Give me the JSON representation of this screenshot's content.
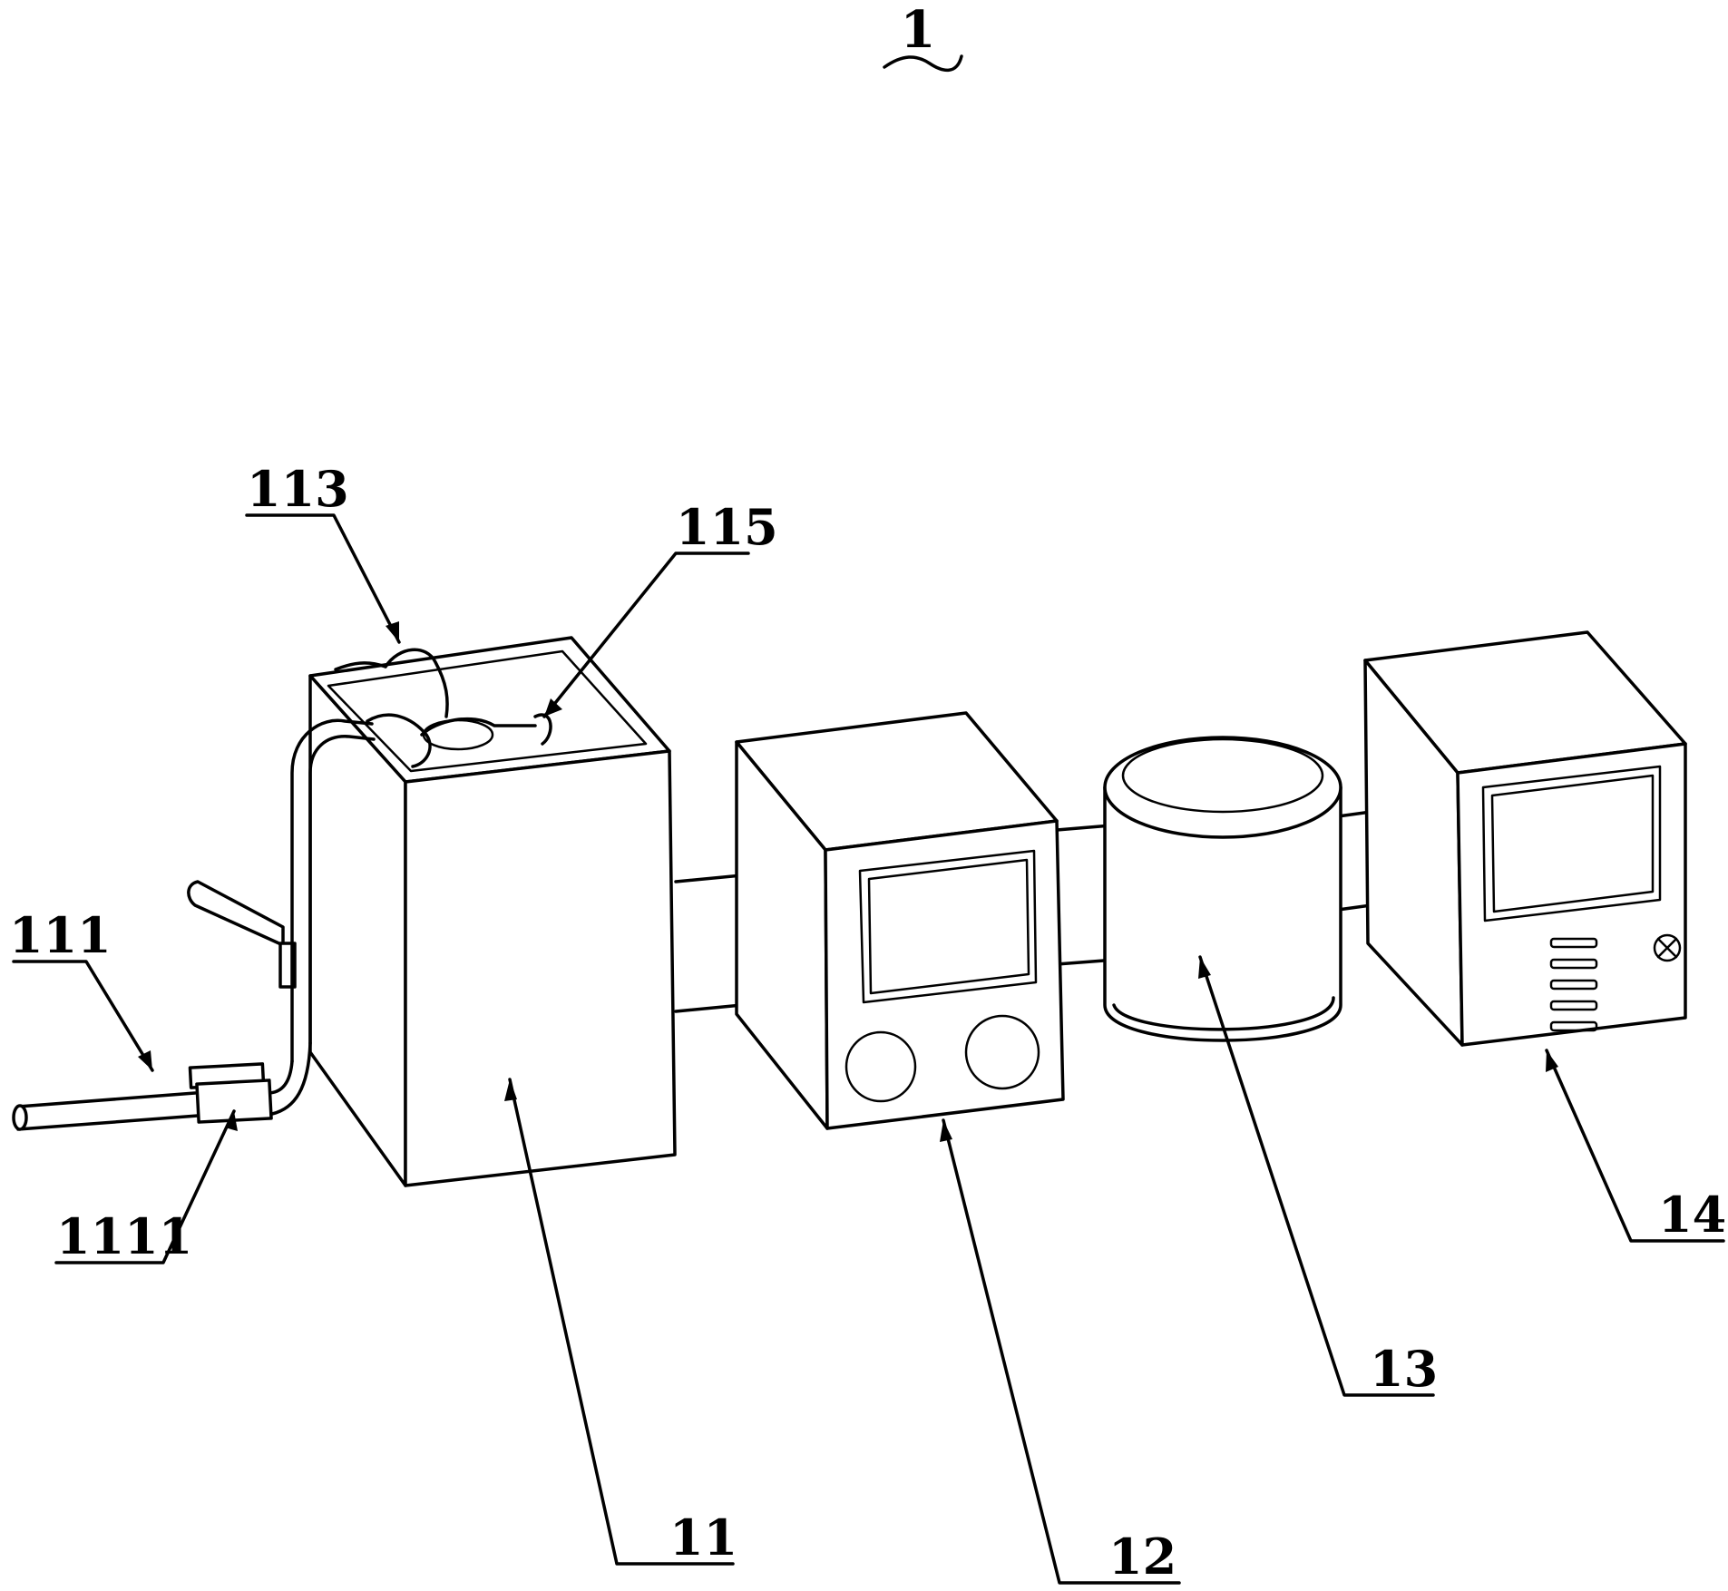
{
  "figure": {
    "number": "1",
    "labels": {
      "l111": "111",
      "l1111": "1111",
      "l113": "113",
      "l115": "115",
      "l11": "11",
      "l12": "12",
      "l13": "13",
      "l14": "14"
    }
  },
  "colors": {
    "stroke": "#000000",
    "background": "#ffffff"
  }
}
